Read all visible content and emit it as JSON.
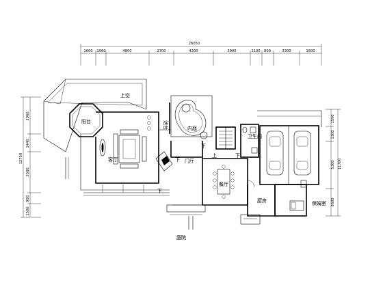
{
  "plan": {
    "top_dimensions": {
      "overall": "26050",
      "segments": [
        "1600",
        "1060",
        "4800",
        "2700",
        "4200",
        "3900",
        "2100",
        "800",
        "3300",
        "1600"
      ]
    },
    "left_dimensions": {
      "overall": "12750",
      "segments": [
        "2960",
        "1440",
        "3300",
        "900",
        "1500"
      ]
    },
    "right_dimensions": {
      "overall": "11700",
      "segments": [
        "1550",
        "1300",
        "5300",
        "3600"
      ]
    },
    "rooms": {
      "void": "上空",
      "balcony": "阳台",
      "pool_balcony": "池台",
      "living": "客厅",
      "inner_court": "内庭",
      "foyer": "门厅",
      "dining": "餐厅",
      "bathroom": "卫生间",
      "kitchen": "厨房",
      "nanny_room": "保姆室",
      "courtyard": "庭院"
    },
    "stair_marks": {
      "down_1": "下",
      "down_2": "下",
      "down_3": "下",
      "up_1": "上",
      "down_4": "下"
    }
  }
}
